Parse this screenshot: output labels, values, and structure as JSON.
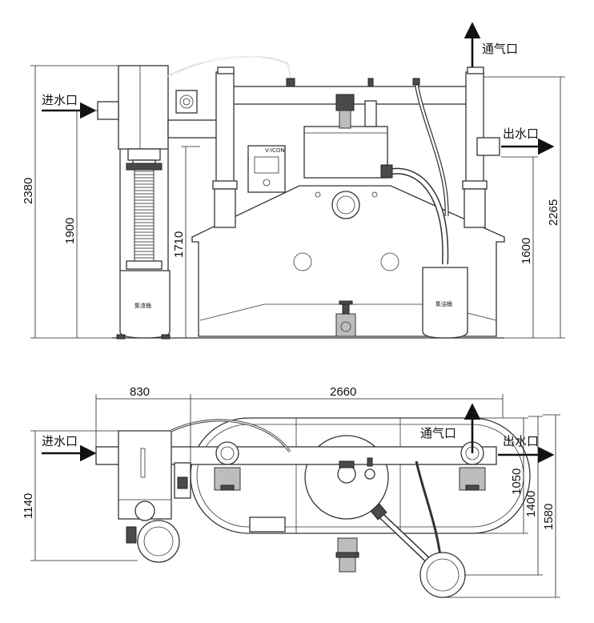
{
  "labels": {
    "inlet": "进水口",
    "outlet": "出水口",
    "vent": "通气口",
    "slag_barrel": "集渣桶",
    "oil_barrel": "集油桶",
    "controller_brand": "V-ICON"
  },
  "dimensions": {
    "front_total_height": "2380",
    "front_inlet_height": "1900",
    "front_tank_height": "1710",
    "front_outlet_height": "1600",
    "front_vent_height": "2265",
    "top_inlet_offset": "830",
    "top_tank_length": "2660",
    "top_depth_total": "1140",
    "top_width_1": "1050",
    "top_width_2": "1400",
    "top_width_3": "1580"
  }
}
